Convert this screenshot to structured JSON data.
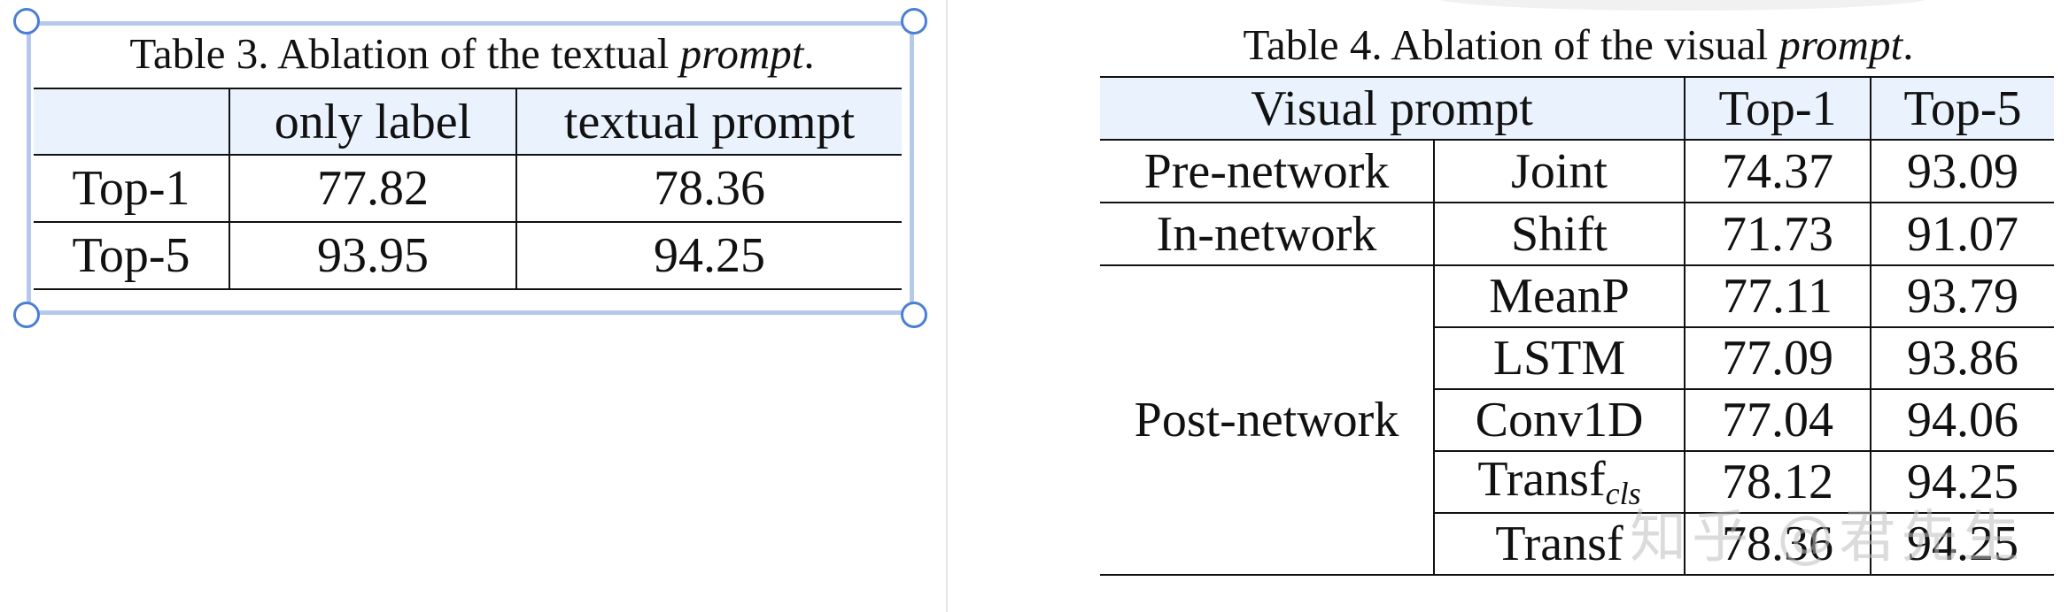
{
  "table3": {
    "caption_prefix": "Table 3. Ablation of the textual ",
    "caption_italic": "prompt",
    "caption_suffix": ".",
    "columns": [
      "",
      "only label",
      "textual prompt"
    ],
    "rows": [
      {
        "metric": "Top-1",
        "only_label": "77.82",
        "textual_prompt": "78.36"
      },
      {
        "metric": "Top-5",
        "only_label": "93.95",
        "textual_prompt": "94.25"
      }
    ]
  },
  "table4": {
    "caption_prefix": "Table 4. Ablation of the visual ",
    "caption_italic": "prompt",
    "caption_suffix": ".",
    "header": {
      "visual_prompt": "Visual prompt",
      "top1": "Top-1",
      "top5": "Top-5"
    },
    "groups": {
      "pre": "Pre-network",
      "in": "In-network",
      "post": "Post-network"
    },
    "rows": [
      {
        "method": "Joint",
        "sub": "",
        "top1": "74.37",
        "top5": "93.09"
      },
      {
        "method": "Shift",
        "sub": "",
        "top1": "71.73",
        "top5": "91.07"
      },
      {
        "method": "MeanP",
        "sub": "",
        "top1": "77.11",
        "top5": "93.79"
      },
      {
        "method": "LSTM",
        "sub": "",
        "top1": "77.09",
        "top5": "93.86"
      },
      {
        "method": "Conv1D",
        "sub": "",
        "top1": "77.04",
        "top5": "94.06"
      },
      {
        "method": "Transf",
        "sub": "cls",
        "top1": "78.12",
        "top5": "94.25"
      },
      {
        "method": "Transf",
        "sub": "",
        "top1": "78.36",
        "top5": "94.25"
      }
    ]
  },
  "watermark": "知乎 @君先生"
}
